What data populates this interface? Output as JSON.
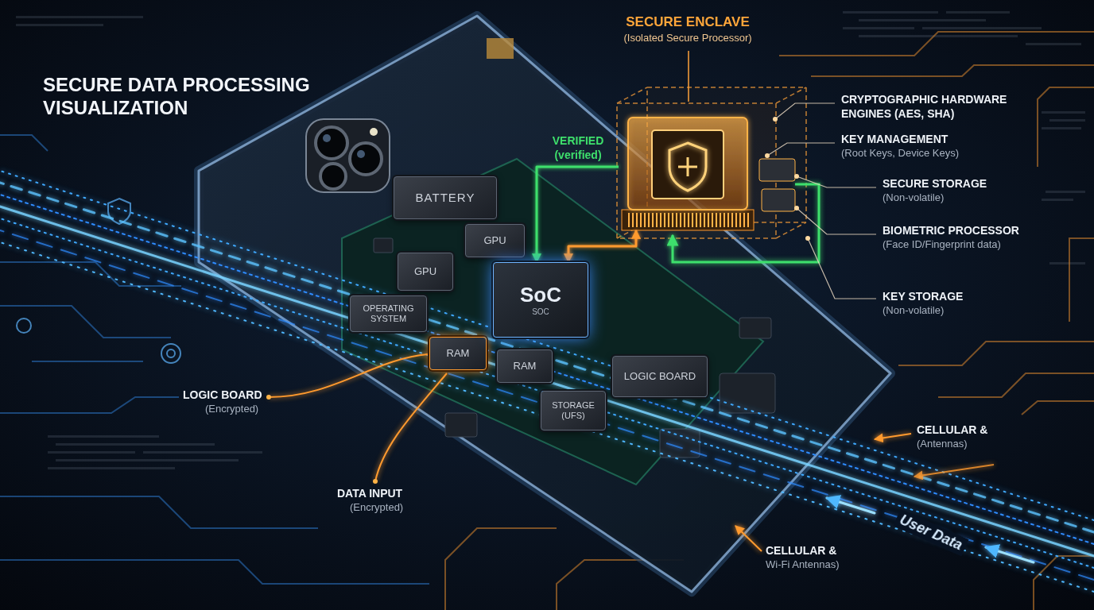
{
  "diagram": {
    "title": "SECURE DATA PROCESSING VISUALIZATION",
    "nodes": [
      {
        "text": [
          "SECURE ENCLAVE",
          "(Isolated Secure Processor)"
        ]
      },
      {
        "text": [
          "BATTERY"
        ]
      },
      {
        "text": [
          "GPU"
        ]
      },
      {
        "text": [
          "GPU"
        ]
      },
      {
        "text": [
          "OPERATING SYSTEM"
        ]
      },
      {
        "text": [
          "RAM"
        ]
      },
      {
        "text": [
          "SoC",
          "SOC"
        ]
      },
      {
        "text": [
          "RAM"
        ]
      },
      {
        "text": [
          "LOGIC BOARD"
        ]
      },
      {
        "text": [
          "STORAGE (UFS)"
        ]
      }
    ],
    "edges": [
      {
        "from": 0,
        "to": 6,
        "label": "VERIFIED (verified)",
        "arrow": "to"
      },
      {
        "from": 6,
        "to": 0,
        "arrow": "both"
      }
    ],
    "labels": [
      "CRYPTOGRAPHIC HARDWARE ENGINES (AES, SHA)",
      "KEY MANAGEMENT",
      "(Root Keys, Device Keys)",
      "SECURE STORAGE",
      "(Non-volatile)",
      "BIOMETRIC PROCESSOR",
      "(Face ID/Fingerprint data)",
      "KEY STORAGE",
      "(Non-volatile)",
      "CELLULAR &",
      "(Antennas)",
      "LOGIC BOARD",
      "(Encrypted)",
      "DATA INPUT",
      "(Encrypted)",
      "CELLULAR &",
      "Wi-Fi Antennas)",
      "User Data"
    ]
  }
}
